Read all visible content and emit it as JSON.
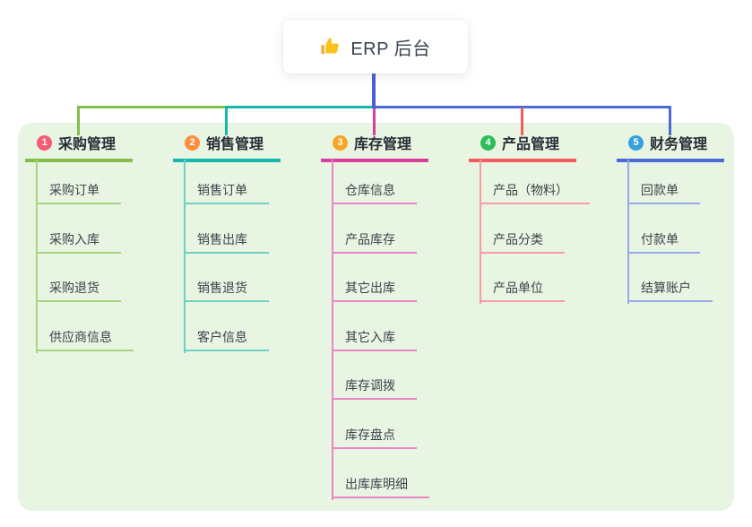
{
  "root": {
    "label": "ERP 后台",
    "icon": "thumbs-up-icon"
  },
  "colors": {
    "canvas_bg": "#ffffff",
    "panel_bg": "#e8f5e2",
    "root_connector": "#4c5ed0",
    "root_text": "#39414f",
    "branch_text": "#272d37",
    "child_text": "#3d434b"
  },
  "branches": [
    {
      "num": "1",
      "label": "采购管理",
      "badge_color": "#f65d73",
      "line_color": "#84bc4e",
      "child_line_color": "#a6d57f",
      "children": [
        "采购订单",
        "采购入库",
        "采购退货",
        "供应商信息"
      ]
    },
    {
      "num": "2",
      "label": "销售管理",
      "badge_color": "#fb8e3c",
      "line_color": "#16b8aa",
      "child_line_color": "#6fd1c6",
      "children": [
        "销售订单",
        "销售出库",
        "销售退货",
        "客户信息"
      ]
    },
    {
      "num": "3",
      "label": "库存管理",
      "badge_color": "#f6a623",
      "line_color": "#d63f9c",
      "child_line_color": "#ee84c4",
      "children": [
        "仓库信息",
        "产品库存",
        "其它出库",
        "其它入库",
        "库存调拨",
        "库存盘点",
        "出库库明细"
      ]
    },
    {
      "num": "4",
      "label": "产品管理",
      "badge_color": "#2ebd59",
      "line_color": "#f45a5e",
      "child_line_color": "#f89da1",
      "children": [
        "产品（物料）",
        "产品分类",
        "产品单位"
      ]
    },
    {
      "num": "5",
      "label": "财务管理",
      "badge_color": "#35a0dc",
      "line_color": "#4a6bd5",
      "child_line_color": "#96abe7",
      "children": [
        "回款单",
        "付款单",
        "结算账户"
      ]
    }
  ]
}
